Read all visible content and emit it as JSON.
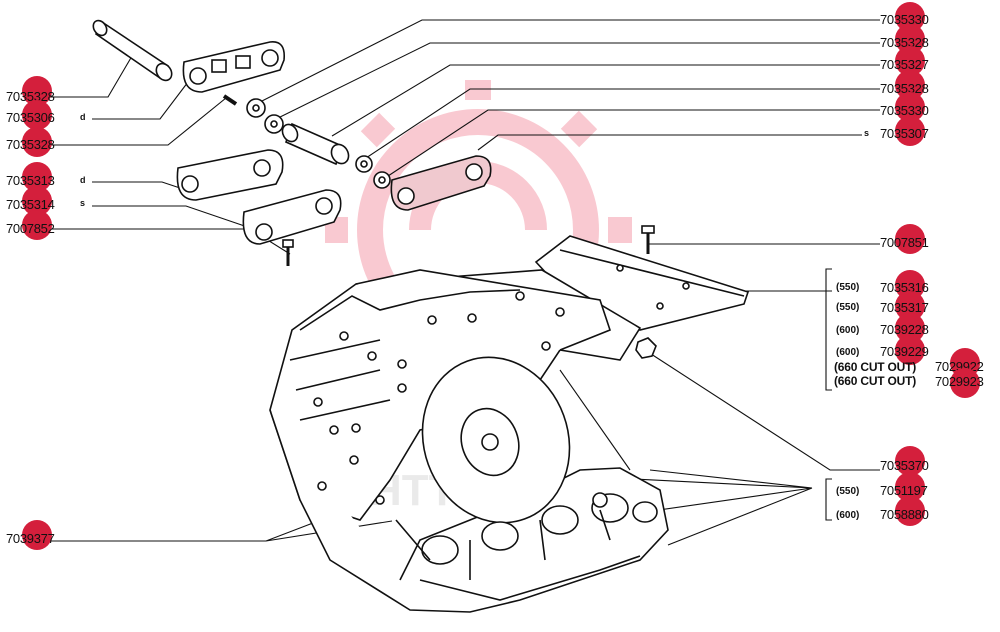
{
  "colors": {
    "marker": "#d41f3c",
    "line": "#111111",
    "watermark": "#f7b8c2"
  },
  "labels_left": [
    {
      "id": "L1",
      "code": "7035328",
      "tag": ""
    },
    {
      "id": "L2",
      "code": "7035306",
      "tag": "d"
    },
    {
      "id": "L3",
      "code": "7035328",
      "tag": ""
    },
    {
      "id": "L4",
      "code": "7035313",
      "tag": "d"
    },
    {
      "id": "L5",
      "code": "7035314",
      "tag": "s"
    },
    {
      "id": "L6",
      "code": "7007852",
      "tag": ""
    },
    {
      "id": "L7",
      "code": "7039377",
      "tag": ""
    }
  ],
  "labels_right": [
    {
      "id": "R1",
      "code": "7035330",
      "tag": ""
    },
    {
      "id": "R2",
      "code": "7035328",
      "tag": ""
    },
    {
      "id": "R3",
      "code": "7035327",
      "tag": ""
    },
    {
      "id": "R4",
      "code": "7035328",
      "tag": ""
    },
    {
      "id": "R5",
      "code": "7035330",
      "tag": ""
    },
    {
      "id": "R6",
      "code": "7035307",
      "tag": "s"
    },
    {
      "id": "R7",
      "code": "7007851",
      "tag": ""
    },
    {
      "id": "R8",
      "code": "7035316",
      "tag": "(550)"
    },
    {
      "id": "R9",
      "code": "7035317",
      "tag": "(550)"
    },
    {
      "id": "R10",
      "code": "7039228",
      "tag": "(600)"
    },
    {
      "id": "R11",
      "code": "7039229",
      "tag": "(600)"
    },
    {
      "id": "R12",
      "code": "7029922",
      "tag": "(660 CUT OUT)"
    },
    {
      "id": "R13",
      "code": "7029923",
      "tag": "(660 CUT OUT)"
    },
    {
      "id": "R14",
      "code": "7035370",
      "tag": ""
    },
    {
      "id": "R15",
      "code": "7051197",
      "tag": "(550)"
    },
    {
      "id": "R16",
      "code": "7058880",
      "tag": "(600)"
    }
  ]
}
